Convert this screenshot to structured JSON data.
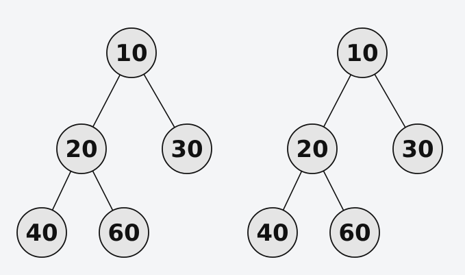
{
  "colors": {
    "background": "#f4f5f7",
    "node_fill": "#e5e5e5",
    "node_stroke": "#111111",
    "edge": "#111111",
    "text": "#111111"
  },
  "trees": [
    {
      "nodes": [
        {
          "id": "n10",
          "label": "10"
        },
        {
          "id": "n20",
          "label": "20"
        },
        {
          "id": "n30",
          "label": "30"
        },
        {
          "id": "n40",
          "label": "40"
        },
        {
          "id": "n60",
          "label": "60"
        }
      ],
      "edges": [
        {
          "from": "n10",
          "to": "n20"
        },
        {
          "from": "n10",
          "to": "n30"
        },
        {
          "from": "n20",
          "to": "n40"
        },
        {
          "from": "n20",
          "to": "n60"
        }
      ]
    },
    {
      "nodes": [
        {
          "id": "n10",
          "label": "10"
        },
        {
          "id": "n20",
          "label": "20"
        },
        {
          "id": "n30",
          "label": "30"
        },
        {
          "id": "n40",
          "label": "40"
        },
        {
          "id": "n60",
          "label": "60"
        }
      ],
      "edges": [
        {
          "from": "n10",
          "to": "n20"
        },
        {
          "from": "n10",
          "to": "n30"
        },
        {
          "from": "n20",
          "to": "n40"
        },
        {
          "from": "n20",
          "to": "n60"
        }
      ]
    }
  ]
}
